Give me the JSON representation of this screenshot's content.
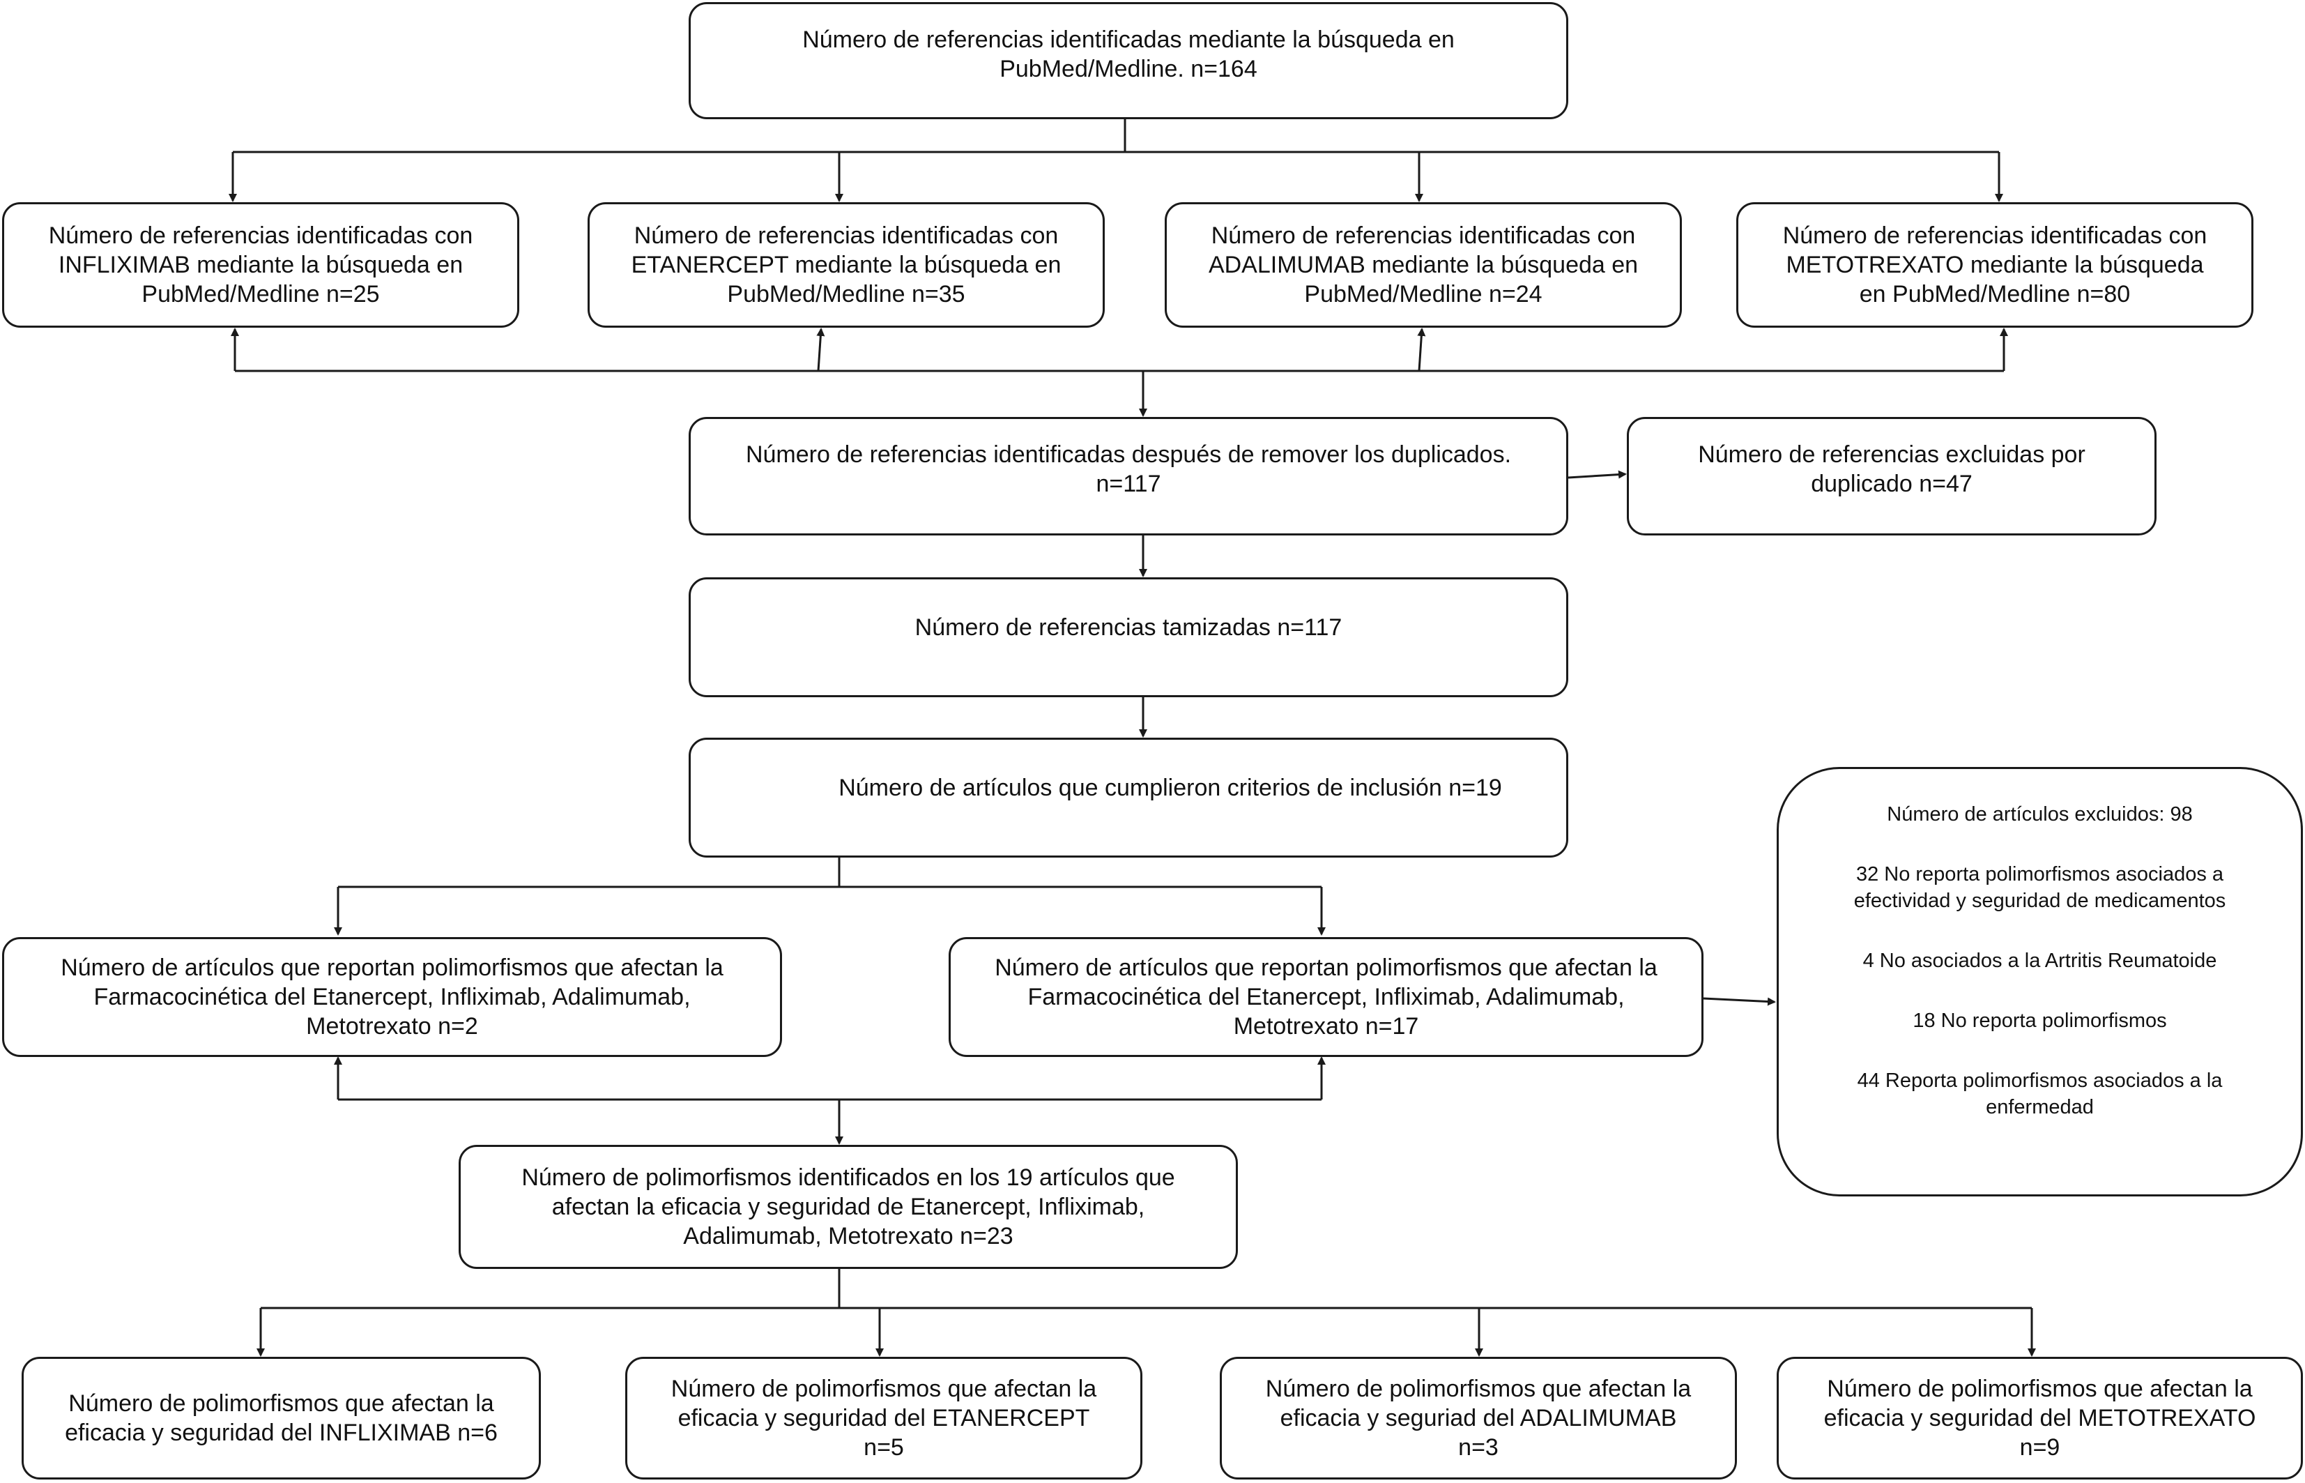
{
  "boxes": {
    "search_total": [
      "Número de referencias identificadas mediante la búsqueda en",
      "PubMed/Medline. n=164"
    ],
    "infliximab": [
      "Número de referencias identificadas con",
      "INFLIXIMAB mediante la búsqueda en",
      "PubMed/Medline n=25"
    ],
    "etanercept": [
      "Número de referencias identificadas con",
      "ETANERCEPT mediante la búsqueda en",
      "PubMed/Medline n=35"
    ],
    "adalimumab": [
      "Número de referencias identificadas con",
      "ADALIMUMAB mediante la búsqueda en",
      "PubMed/Medline n=24"
    ],
    "metotrexato": [
      "Número de referencias identificadas con",
      "METOTREXATO mediante la búsqueda",
      "en PubMed/Medline n=80"
    ],
    "after_duplicates": [
      "Número de referencias identificadas después de remover los duplicados.",
      "n=117"
    ],
    "excluded_duplicates": [
      "Número de referencias excluidas por",
      "duplicado n=47"
    ],
    "screened": [
      "Número de referencias tamizadas n=117"
    ],
    "included": [
      "Número de artículos que cumplieron criterios de inclusión n=19"
    ],
    "excluded_articles": {
      "title": "Número de artículos excluidos: 98",
      "items": [
        [
          "32 No reporta polimorfismos asociados a",
          "efectividad y seguridad de medicamentos"
        ],
        [
          "4 No asociados a la Artritis Reumatoide"
        ],
        [
          "18 No reporta polimorfismos"
        ],
        [
          "44 Reporta polimorfismos asociados a la",
          "enfermedad"
        ]
      ]
    },
    "pk_articles": [
      "Número de artículos que reportan polimorfismos que afectan la",
      "Farmacocinética del Etanercept, Infliximab, Adalimumab,",
      "Metotrexato n=2"
    ],
    "pd_articles": [
      "Número de artículos que reportan polimorfismos que afectan la",
      "Farmacocinética del Etanercept, Infliximab, Adalimumab,",
      "Metotrexato n=17"
    ],
    "polymorphisms_total": [
      "Número de polimorfismos identificados en los 19 artículos que",
      "afectan la eficacia y seguridad de Etanercept, Infliximab,",
      "Adalimumab, Metotrexato n=23"
    ],
    "poly_infliximab": [
      "Número de polimorfismos que afectan la",
      "eficacia y seguridad del INFLIXIMAB n=6"
    ],
    "poly_etanercept": [
      "Número de polimorfismos que afectan la",
      "eficacia y seguridad del ETANERCEPT",
      "n=5"
    ],
    "poly_adalimumab": [
      "Número de polimorfismos que afectan la",
      "eficacia y seguriad del ADALIMUMAB",
      "n=3"
    ],
    "poly_metotrexato": [
      "Número de polimorfismos que afectan la",
      "eficacia y seguridad del METOTREXATO",
      "n=9"
    ]
  },
  "colors": {
    "stroke": "#1a1a1a",
    "background": "#ffffff"
  }
}
